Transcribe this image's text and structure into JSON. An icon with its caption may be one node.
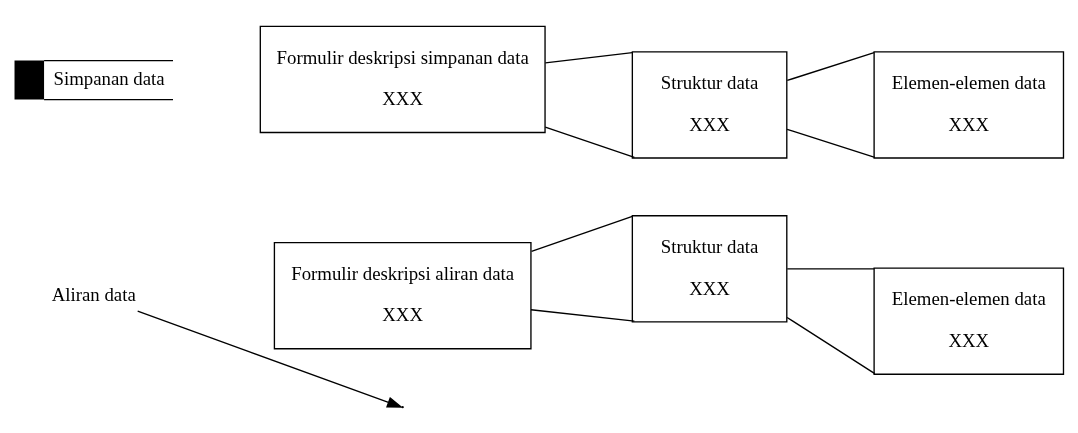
{
  "diagram": {
    "nodes": [
      {
        "text": [
          "Aliran data"
        ]
      },
      {
        "text": [
          "Formulir deskripsi aliran data",
          "XXX"
        ]
      },
      {
        "text": [
          "Struktur data",
          "XXX"
        ]
      },
      {
        "text": [
          "Elemen-elemen data",
          "XXX"
        ]
      },
      {
        "text": [
          "Simpanan data"
        ]
      },
      {
        "text": [
          "Formulir deskripsi simpanan data",
          "XXX"
        ]
      },
      {
        "text": [
          "Struktur data",
          "XXX"
        ]
      },
      {
        "text": [
          "Elemen-elemen data",
          "XXX"
        ]
      }
    ],
    "edges": [
      {
        "from": 0,
        "to": null,
        "arrow": "to"
      },
      {
        "from": 1,
        "to": 2,
        "arrow": "none"
      },
      {
        "from": 1,
        "to": 2,
        "arrow": "none"
      },
      {
        "from": 2,
        "to": 3,
        "arrow": "none"
      },
      {
        "from": 2,
        "to": 3,
        "arrow": "none"
      },
      {
        "from": 5,
        "to": 6,
        "arrow": "none"
      },
      {
        "from": 5,
        "to": 6,
        "arrow": "none"
      },
      {
        "from": 6,
        "to": 7,
        "arrow": "none"
      },
      {
        "from": 6,
        "to": 7,
        "arrow": "none"
      }
    ]
  }
}
